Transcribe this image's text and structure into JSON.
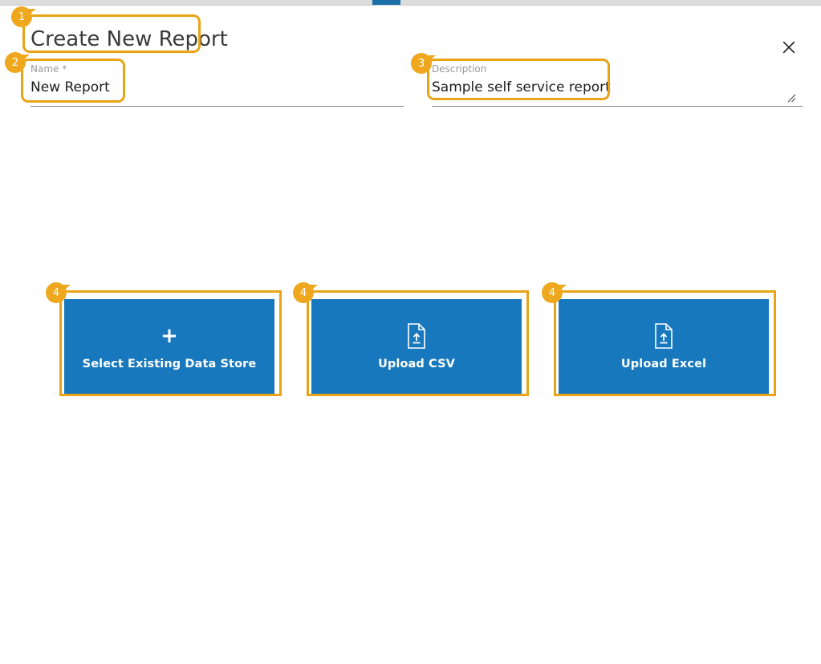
{
  "window": {
    "tab_indicator_color": "#1b6fa8",
    "strip_color": "#dcdcdc"
  },
  "dialog": {
    "title": "Create New Report",
    "close_label": "close-icon"
  },
  "form": {
    "name_field": {
      "label": "Name *",
      "value": "New Report",
      "placeholder": "Name *"
    },
    "description_field": {
      "label": "Description",
      "value": "Sample self service report",
      "placeholder": "Description",
      "resize_handle": "resize-grip"
    }
  },
  "data_source_options": [
    {
      "id": "select-existing-data-store",
      "label": "Select Existing Data Store",
      "icon": "plus-icon"
    },
    {
      "id": "upload-csv",
      "label": "Upload CSV",
      "icon": "file-upload-icon"
    },
    {
      "id": "upload-excel",
      "label": "Upload Excel",
      "icon": "file-upload-icon"
    }
  ],
  "annotations": [
    {
      "number": "1",
      "target": "dialog-title"
    },
    {
      "number": "2",
      "target": "name-field"
    },
    {
      "number": "3",
      "target": "description-field"
    },
    {
      "number": "4",
      "target": "select-existing-data-store"
    },
    {
      "number": "4",
      "target": "upload-csv"
    },
    {
      "number": "4",
      "target": "upload-excel"
    }
  ],
  "colors": {
    "accent_blue": "#1878be",
    "annotation_orange": "#e8a317",
    "badge_orange": "#efa81e",
    "title_text": "#3a3a3a",
    "label_text": "#9a9a9a",
    "value_text": "#1d1d1d"
  }
}
